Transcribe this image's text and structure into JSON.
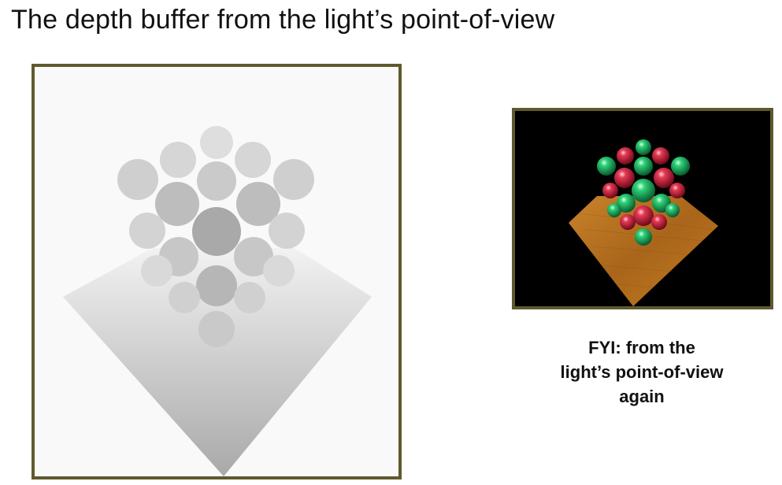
{
  "slide": {
    "title": "The depth buffer from the light’s point-of-view"
  },
  "depth_view": {
    "image": "depth-buffer-render",
    "colors": {
      "frame": "#5e5a2e",
      "background": "#f9f9f9"
    }
  },
  "scene_view": {
    "image": "scene-render-spheres-on-wood",
    "colors": {
      "sphere_red": "#d2203a",
      "sphere_green": "#22c46a",
      "floor": "#b8731e",
      "background": "#000000"
    }
  },
  "caption": {
    "lines": [
      "FYI: from the",
      "light’s point-of-view",
      "again"
    ]
  }
}
